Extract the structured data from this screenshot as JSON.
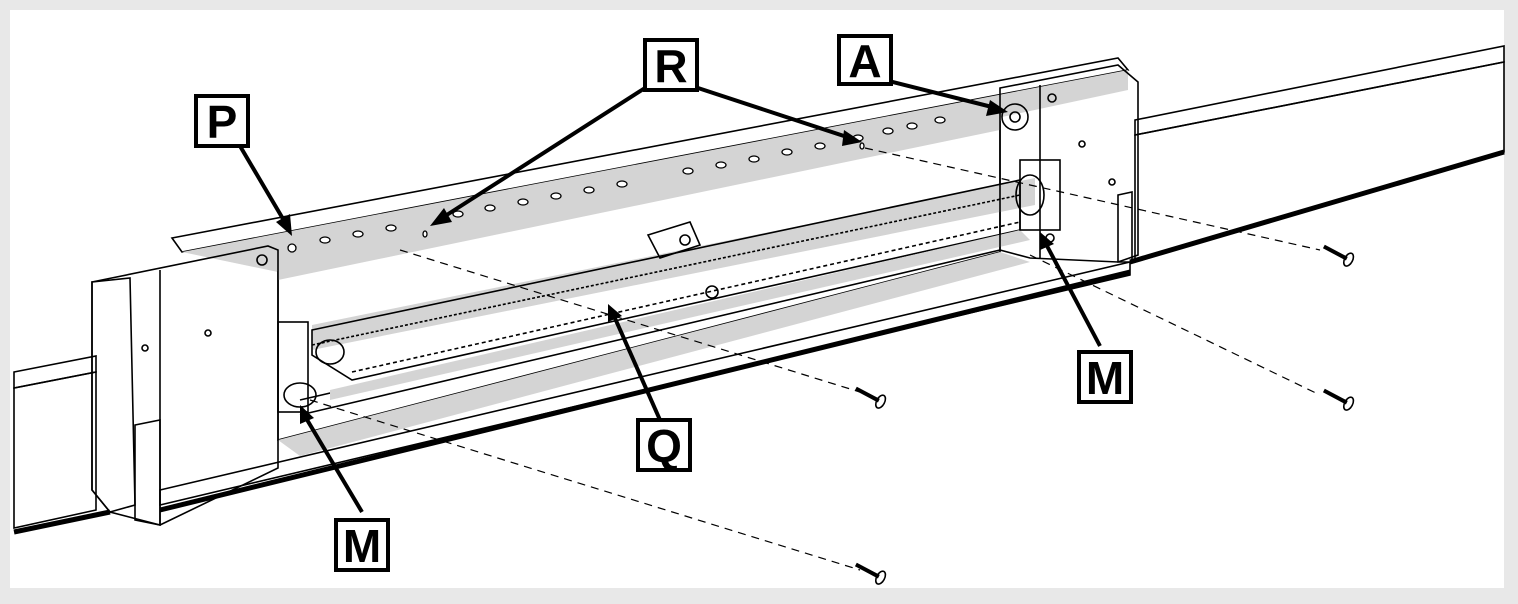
{
  "colors": {
    "line": "#000000",
    "shade": "#d4d4d4",
    "background": "#ffffff",
    "border": "#e8e8e8"
  },
  "labels": {
    "A": "A",
    "P": "P",
    "R": "R",
    "Q": "Q",
    "M_left": "M",
    "M_right": "M"
  }
}
